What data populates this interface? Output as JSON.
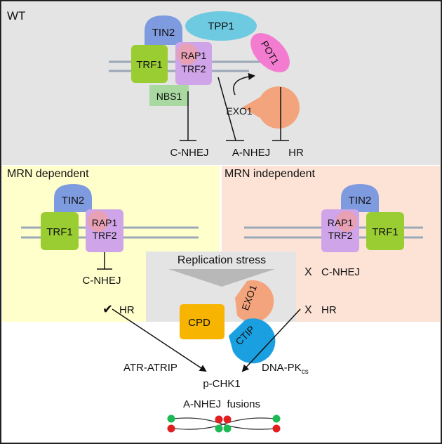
{
  "panels": {
    "wt": "WT",
    "mrn_dependent": "MRN dependent",
    "mrn_independent": "MRN independent"
  },
  "proteins": {
    "tin2": "TIN2",
    "tpp1": "TPP1",
    "pot1": "POT1",
    "trf1": "TRF1",
    "rap1": "RAP1",
    "trf2": "TRF2",
    "nbs1": "NBS1",
    "exo1": "EXO1",
    "cpd": "CPD",
    "ctip": "CTIP"
  },
  "pathways": {
    "c_nhej": "C-NHEJ",
    "a_nhej": "A-NHEJ",
    "hr": "HR"
  },
  "replication_stress": "Replication stress",
  "atr_atrip": "ATR-ATRIP",
  "dna_pk": "DNA-PK",
  "dna_pk_sub": "cs",
  "p_chk1": "p-CHK1",
  "a_nhej_fusions": "A-NHEJ  fusions",
  "marks": {
    "check": "✔",
    "cross": "X"
  },
  "colors": {
    "wt_bg": "#e4e4e4",
    "mrn_dep_bg": "#ffffcc",
    "mrn_indep_bg": "#fde3d6",
    "tin2": "#7f9be0",
    "tpp1": "#6ecae0",
    "pot1": "#f47cd0",
    "trf1": "#9acd32",
    "rap1_trf2": "#cfa4e8",
    "rap1_overlap": "#e8a0b4",
    "nbs1": "#a9d9a0",
    "exo1": "#f4a47c",
    "cpd": "#f7b400",
    "ctip": "#1aa0e0",
    "dna": "#9aa8b8",
    "check": "#c00000",
    "cross": "#c00000",
    "dot_green": "#1db954",
    "dot_red": "#e02020"
  }
}
